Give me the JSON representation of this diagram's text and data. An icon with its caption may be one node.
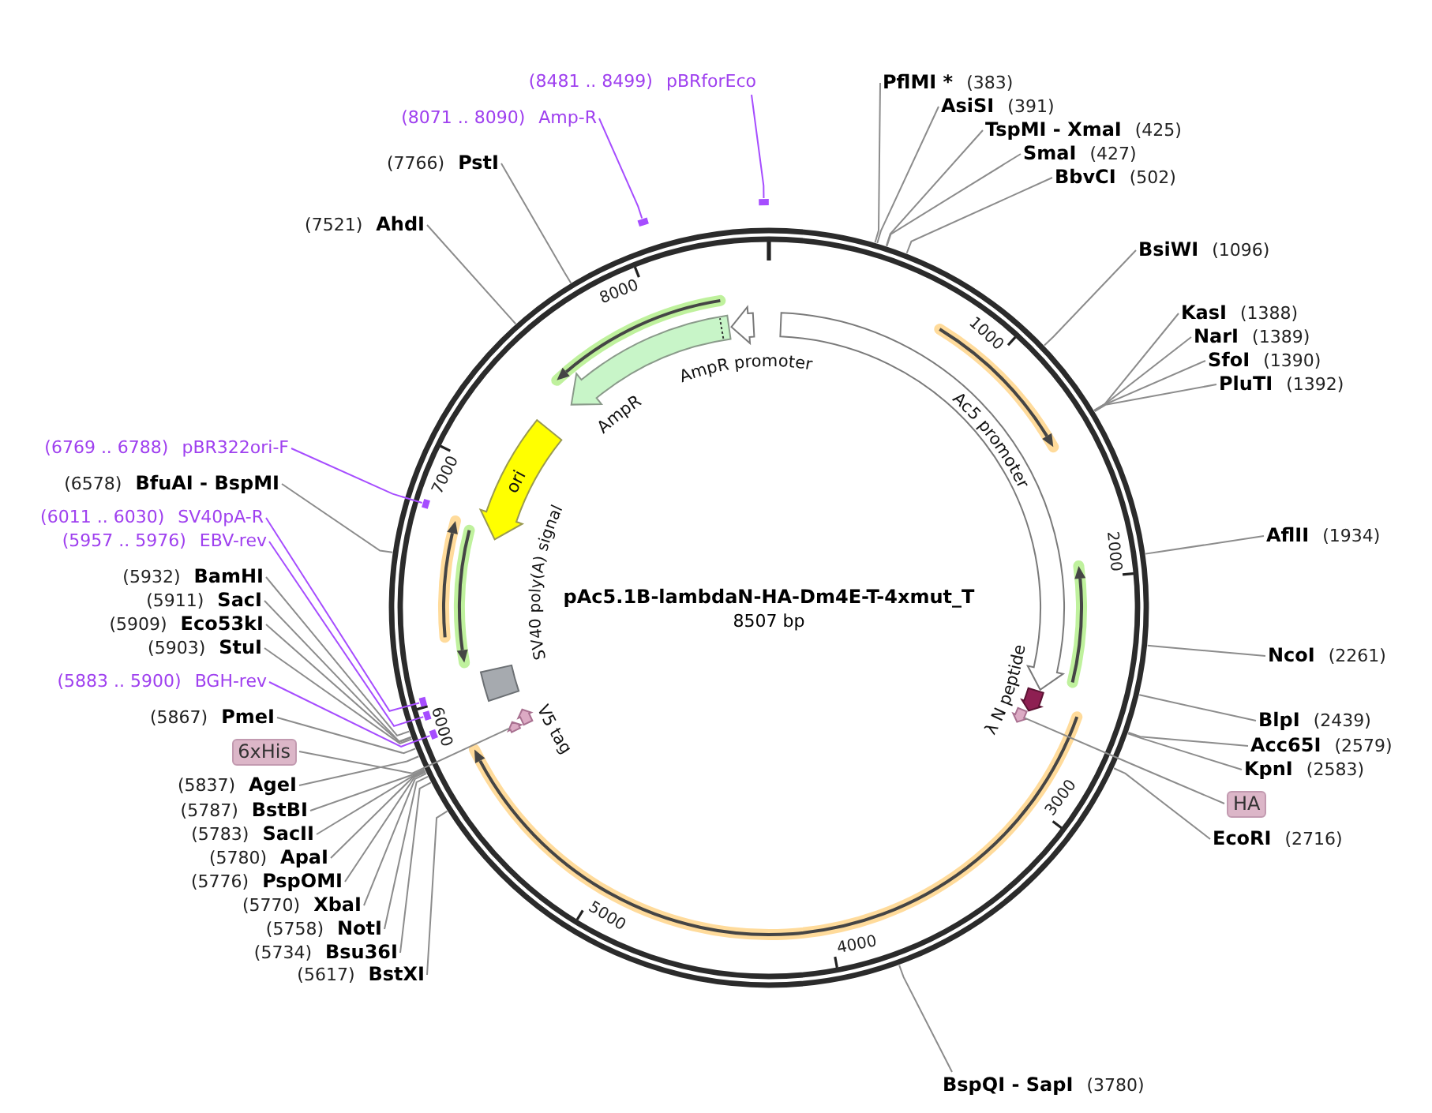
{
  "diagram": {
    "nodes": [
      {
        "text": [
          "pAc5.1B-lambdaN-HA-Dm4E-T-4xmut_T",
          "8507 bp"
        ]
      },
      {
        "text": [
          "PflMI *",
          "(383)"
        ]
      },
      {
        "text": [
          "AsiSI",
          "(391)"
        ]
      },
      {
        "text": [
          "TspMI - XmaI",
          "(425)"
        ]
      },
      {
        "text": [
          "SmaI",
          "(427)"
        ]
      },
      {
        "text": [
          "BbvCI",
          "(502)"
        ]
      },
      {
        "text": [
          "BsiWI",
          "(1096)"
        ]
      },
      {
        "text": [
          "KasI",
          "(1388)"
        ]
      },
      {
        "text": [
          "NarI",
          "(1389)"
        ]
      },
      {
        "text": [
          "SfoI",
          "(1390)"
        ]
      },
      {
        "text": [
          "PluTI",
          "(1392)"
        ]
      },
      {
        "text": [
          "AflII",
          "(1934)"
        ]
      },
      {
        "text": [
          "NcoI",
          "(2261)"
        ]
      },
      {
        "text": [
          "BlpI",
          "(2439)"
        ]
      },
      {
        "text": [
          "Acc65I",
          "(2579)"
        ]
      },
      {
        "text": [
          "KpnI",
          "(2583)"
        ]
      },
      {
        "text": [
          "HA"
        ]
      },
      {
        "text": [],
        "shape": "arrow",
        "in": 0
      },
      {
        "text": [
          "EcoRI",
          "(2716)"
        ]
      },
      {
        "text": [
          "BspQI - SapI",
          "(3780)"
        ]
      },
      {
        "text": [
          "(5617)",
          "BstXI"
        ]
      },
      {
        "text": [
          "(5734)",
          "Bsu36I"
        ]
      },
      {
        "text": [
          "(5758)",
          "NotI"
        ]
      },
      {
        "text": [
          "(5770)",
          "XbaI"
        ]
      },
      {
        "text": [
          "(5776)",
          "PspOMI"
        ]
      },
      {
        "text": [
          "(5780)",
          "ApaI"
        ]
      },
      {
        "text": [
          "(5783)",
          "SacII"
        ]
      },
      {
        "text": [
          "(5787)",
          "BstBI"
        ]
      },
      {
        "text": [
          "(5837)",
          "AgeI"
        ]
      },
      {
        "text": [
          "6xHis"
        ]
      },
      {
        "text": [],
        "shape": "arrow",
        "in": 0
      },
      {
        "text": [
          "(5867)",
          "PmeI"
        ]
      },
      {
        "text": [
          "(5883 .. 5900)",
          "BGH-rev"
        ]
      },
      {
        "text": [],
        "shape": "bar",
        "in": 0
      },
      {
        "text": [
          "(5903)",
          "StuI"
        ]
      },
      {
        "text": [
          "(5909)",
          "Eco53kI"
        ]
      },
      {
        "text": [
          "(5911)",
          "SacI"
        ]
      },
      {
        "text": [
          "(5932)",
          "BamHI"
        ]
      },
      {
        "text": [
          "(5957 .. 5976)",
          "EBV-rev"
        ]
      },
      {
        "text": [],
        "shape": "bar",
        "in": 0
      },
      {
        "text": [
          "(6011 .. 6030)",
          "SV40pA-R"
        ]
      },
      {
        "text": [],
        "shape": "bar",
        "in": 0
      },
      {
        "text": [
          "(6578)",
          "BfuAI - BspMI"
        ]
      },
      {
        "text": [
          "(6769 .. 6788)",
          "pBR322ori-F"
        ]
      },
      {
        "text": [],
        "shape": "bar",
        "in": 0
      },
      {
        "text": [
          "(7521)",
          "AhdI"
        ]
      },
      {
        "text": [
          "(7766)",
          "PstI"
        ]
      },
      {
        "text": [
          "(8071 .. 8090)",
          "Amp-R"
        ]
      },
      {
        "text": [],
        "shape": "bar"
      },
      {
        "text": [
          "(8481 .. 8499)",
          "pBRforEco"
        ]
      },
      {
        "text": [],
        "shape": "bar"
      },
      {
        "text": [
          "Ac5 promoter"
        ],
        "in": 0
      },
      {
        "text": [
          "λ N peptide"
        ],
        "in": 0
      },
      {
        "text": [
          "V5 tag"
        ],
        "in": 0
      },
      {
        "text": [
          "SV40 poly(A) signal"
        ],
        "in": 0
      },
      {
        "text": [
          "ori"
        ],
        "in": 0
      },
      {
        "text": [
          "AmpR"
        ],
        "in": 0
      },
      {
        "text": [
          "AmpR promoter"
        ],
        "in": 0
      }
    ],
    "edges": [
      {
        "from": 1,
        "to": 0,
        "arrow": "none"
      },
      {
        "from": 2,
        "to": 0,
        "arrow": "none"
      },
      {
        "from": 3,
        "to": 0,
        "arrow": "none"
      },
      {
        "from": 4,
        "to": 0,
        "arrow": "none"
      },
      {
        "from": 5,
        "to": 0,
        "arrow": "none"
      },
      {
        "from": 6,
        "to": 0,
        "arrow": "none"
      },
      {
        "from": 7,
        "to": 0,
        "arrow": "none"
      },
      {
        "from": 8,
        "to": 0,
        "arrow": "none"
      },
      {
        "from": 9,
        "to": 0,
        "arrow": "none"
      },
      {
        "from": 10,
        "to": 0,
        "arrow": "none"
      },
      {
        "from": 11,
        "to": 0,
        "arrow": "none"
      },
      {
        "from": 12,
        "to": 0,
        "arrow": "none"
      },
      {
        "from": 13,
        "to": 0,
        "arrow": "none"
      },
      {
        "from": 14,
        "to": 0,
        "arrow": "none"
      },
      {
        "from": 15,
        "to": 0,
        "arrow": "none"
      },
      {
        "from": 16,
        "to": 17,
        "arrow": "none"
      },
      {
        "from": 18,
        "to": 0,
        "arrow": "none"
      },
      {
        "from": 19,
        "to": 0,
        "arrow": "none"
      },
      {
        "from": 20,
        "to": 0,
        "arrow": "none"
      },
      {
        "from": 21,
        "to": 0,
        "arrow": "none"
      },
      {
        "from": 22,
        "to": 0,
        "arrow": "none"
      },
      {
        "from": 23,
        "to": 0,
        "arrow": "none"
      },
      {
        "from": 24,
        "to": 0,
        "arrow": "none"
      },
      {
        "from": 25,
        "to": 0,
        "arrow": "none"
      },
      {
        "from": 26,
        "to": 0,
        "arrow": "none"
      },
      {
        "from": 27,
        "to": 0,
        "arrow": "none"
      },
      {
        "from": 28,
        "to": 0,
        "arrow": "none"
      },
      {
        "from": 29,
        "to": 30,
        "arrow": "none"
      },
      {
        "from": 31,
        "to": 0,
        "arrow": "none"
      },
      {
        "from": 32,
        "to": 33,
        "arrow": "none",
        "color": "#a64dff"
      },
      {
        "from": 34,
        "to": 0,
        "arrow": "none"
      },
      {
        "from": 35,
        "to": 0,
        "arrow": "none"
      },
      {
        "from": 36,
        "to": 0,
        "arrow": "none"
      },
      {
        "from": 37,
        "to": 0,
        "arrow": "none"
      },
      {
        "from": 38,
        "to": 39,
        "arrow": "none",
        "color": "#a64dff"
      },
      {
        "from": 40,
        "to": 41,
        "arrow": "none",
        "color": "#a64dff"
      },
      {
        "from": 42,
        "to": 0,
        "arrow": "none"
      },
      {
        "from": 43,
        "to": 44,
        "arrow": "none",
        "color": "#a64dff"
      },
      {
        "from": 45,
        "to": 0,
        "arrow": "none"
      },
      {
        "from": 46,
        "to": 0,
        "arrow": "none"
      },
      {
        "from": 47,
        "to": 48,
        "arrow": "none",
        "color": "#a64dff"
      },
      {
        "from": 49,
        "to": 50,
        "arrow": "none",
        "color": "#a64dff"
      }
    ],
    "labels": [
      "1000",
      "2000",
      "3000",
      "4000",
      "5000",
      "6000",
      "7000",
      "8000"
    ]
  }
}
